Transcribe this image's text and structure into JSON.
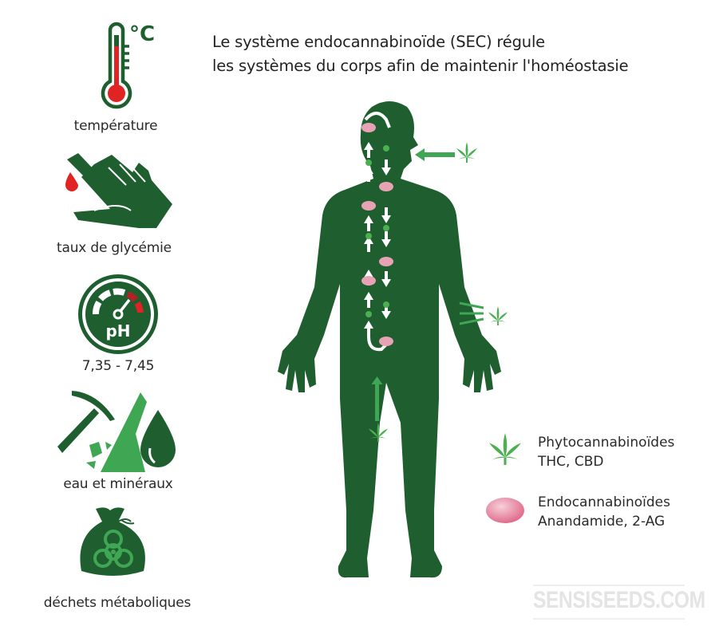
{
  "title": {
    "line1": "Le système endocannabinoïde (SEC) régule",
    "line2": "les systèmes du corps afin de maintenir l'homéostasie"
  },
  "regulated_systems": [
    {
      "icon": "thermometer-icon",
      "label": "température",
      "unit": "°C"
    },
    {
      "icon": "blood-sugar-finger-prick-icon",
      "label": "taux de glycémie"
    },
    {
      "icon": "ph-gauge-icon",
      "label": "7,35 - 7,45",
      "gauge_text": "pH"
    },
    {
      "icon": "minerals-water-icon",
      "label": "eau et minéraux"
    },
    {
      "icon": "biohazard-waste-bag-icon",
      "label": "déchets métaboliques"
    }
  ],
  "legend": [
    {
      "icon": "cannabis-leaf-icon",
      "line1": "Phytocannabinoïdes",
      "line2": "THC, CBD"
    },
    {
      "icon": "pink-molecule-icon",
      "line1": "Endocannabinoïdes",
      "line2": "Anandamide, 2-AG"
    }
  ],
  "brand": "SENSISEEDS.COM",
  "colors": {
    "body_green": "#1e5e2f",
    "leaf_green": "#4caf50",
    "light_green": "#3fa653",
    "endocannabinoid_pink": "#e7a3b3",
    "temperature_red": "#e02424",
    "text": "#2a2a2a",
    "brand_gray": "#e4e4e4"
  }
}
